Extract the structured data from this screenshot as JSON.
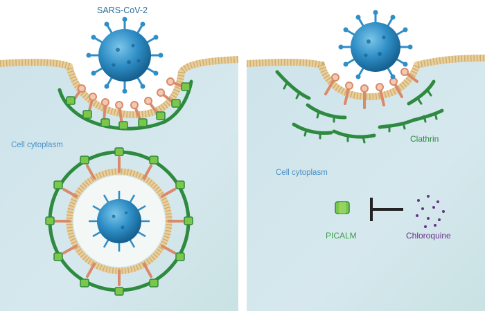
{
  "left_panel": {
    "virus_label": "SARS-CoV-2",
    "cytoplasm_label": "Cell cytoplasm"
  },
  "right_panel": {
    "cytoplasm_label": "Cell cytoplasm",
    "clathrin_label": "Clathrin",
    "picalm_label": "PICALM",
    "chloroquine_label": "Chloroquine"
  },
  "colors": {
    "cytoplasm": "#cfe6ea",
    "outside": "#ffffff",
    "membrane": "#e9cf9a",
    "clathrin": "#2e8a3e",
    "adaptor": "#d98a6a",
    "picalm": "#7cc64a",
    "virus": "#2f8ec6",
    "chloroquine": "#6a2e8a"
  }
}
